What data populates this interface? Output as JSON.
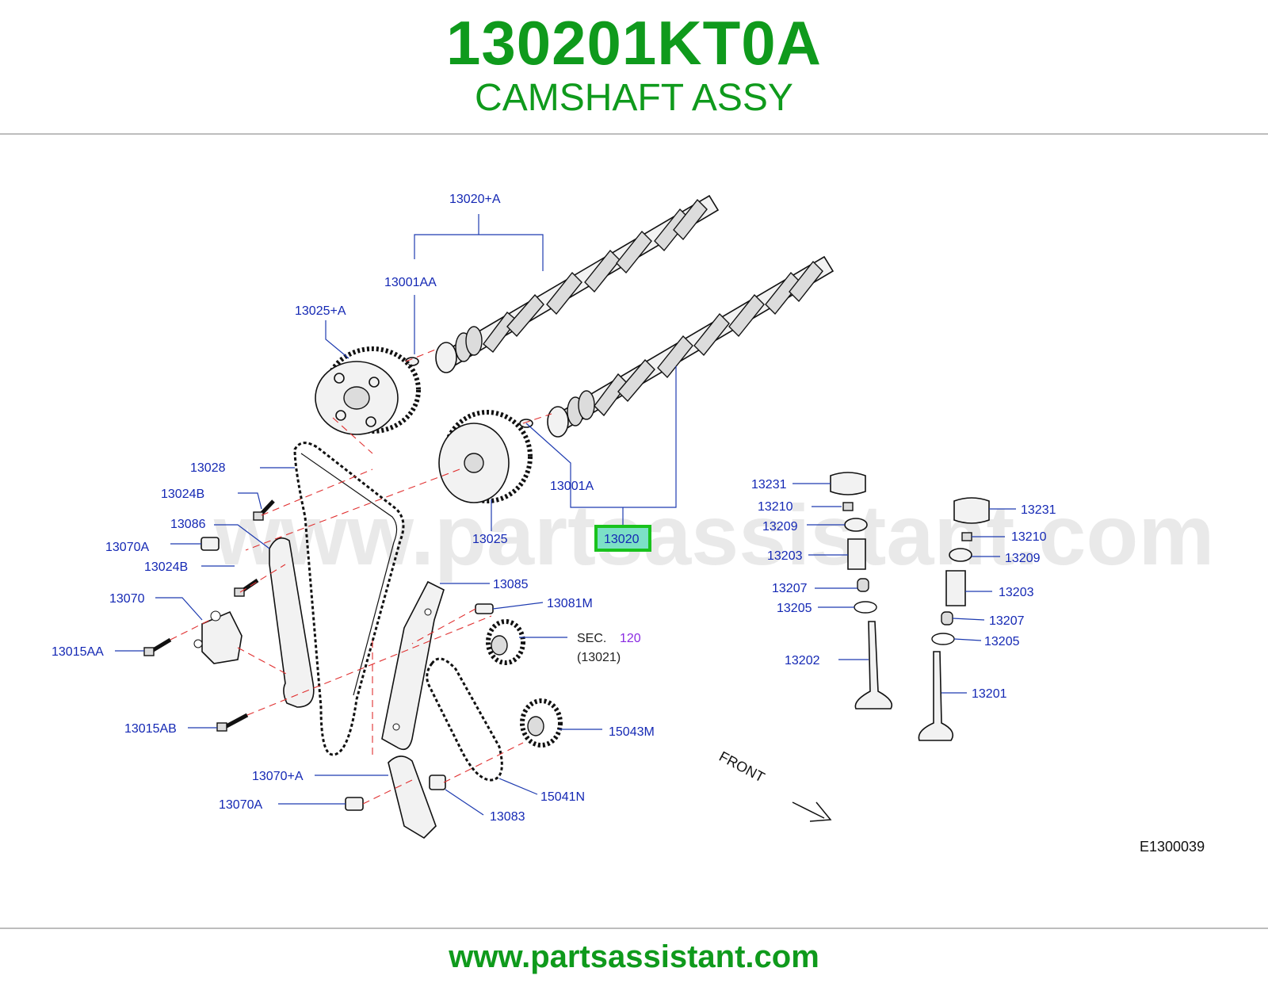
{
  "header": {
    "part_number": "130201KT0A",
    "part_name": "CAMSHAFT ASSY"
  },
  "diagram": {
    "watermark": "www.partsassistant.com",
    "figure_code": "E1300039",
    "direction_label": "FRONT",
    "highlighted_label": "13020",
    "highlight_color": "#19c21d",
    "labels": {
      "camshaft_assy_a": "13020+A",
      "dowel_aa": "13001AA",
      "sprocket_a": "13025+A",
      "chain": "13028",
      "bolt_b1": "13024B",
      "guide_tension": "13086",
      "pin_a1": "13070A",
      "bolt_b2": "13024B",
      "tensioner": "13070",
      "bolt_aa": "13015AA",
      "bolt_ab": "13015AB",
      "tensioner_arm": "13070+A",
      "pin_a2": "13070A",
      "sprocket": "13025",
      "dowel_a": "13001A",
      "camshaft_assy": "13020",
      "guide_slack": "13085",
      "pin_m": "13081M",
      "sec_ref": "SEC.",
      "sec_num": "120",
      "sec_sub": "(13021)",
      "oil_pump_sprocket": "15043M",
      "oil_pump_chain": "15041N",
      "oil_pump_nut": "13083",
      "lifter_l": "13231",
      "collet_l": "13210",
      "retainer_l": "13209",
      "spring_l": "13203",
      "seal_l": "13207",
      "seat_l": "13205",
      "valve_exhaust": "13202",
      "lifter_r": "13231",
      "collet_r": "13210",
      "retainer_r": "13209",
      "spring_r": "13203",
      "seal_r": "13207",
      "seat_r": "13205",
      "valve_intake": "13201"
    }
  },
  "footer": {
    "url": "www.partsassistant.com"
  }
}
